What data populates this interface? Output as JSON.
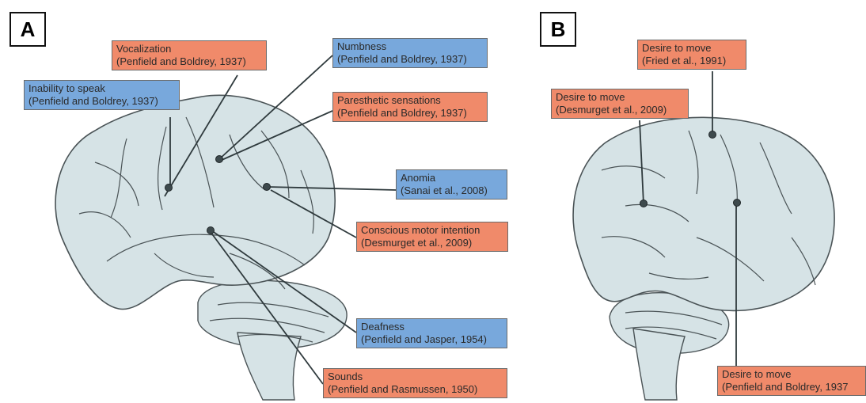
{
  "panels": {
    "a": "A",
    "b": "B"
  },
  "colors": {
    "activation": "#f08a6a",
    "inhibition": "#78a8dc",
    "brain_fill": "#d6e3e6",
    "outline": "#4a5356",
    "leader": "#2f3a3d"
  },
  "labels": {
    "vocalization": {
      "title": "Vocalization",
      "citation": "(Penfield and Boldrey, 1937)"
    },
    "inability": {
      "title": "Inability to speak",
      "citation": "(Penfield and Boldrey, 1937)"
    },
    "numbness": {
      "title": "Numbness",
      "citation": "(Penfield and Boldrey, 1937)"
    },
    "paresthetic": {
      "title": "Paresthetic sensations",
      "citation": "(Penfield and Boldrey, 1937)"
    },
    "anomia": {
      "title": "Anomia",
      "citation": "(Sanai et al., 2008)"
    },
    "conscious": {
      "title": "Conscious motor intention",
      "citation": "(Desmurget et al., 2009)"
    },
    "deafness": {
      "title": "Deafness",
      "citation": "(Penfield and Jasper, 1954)"
    },
    "sounds": {
      "title": "Sounds",
      "citation": "(Penfield and Rasmussen, 1950)"
    },
    "desire_fried": {
      "title": "Desire to move",
      "citation": "(Fried et al., 1991)"
    },
    "desire_desmurget": {
      "title": "Desire to move",
      "citation": "(Desmurget et al., 2009)"
    },
    "desire_penfield": {
      "title": "Desire to move",
      "citation": "(Penfield and Boldrey, 1937"
    }
  }
}
